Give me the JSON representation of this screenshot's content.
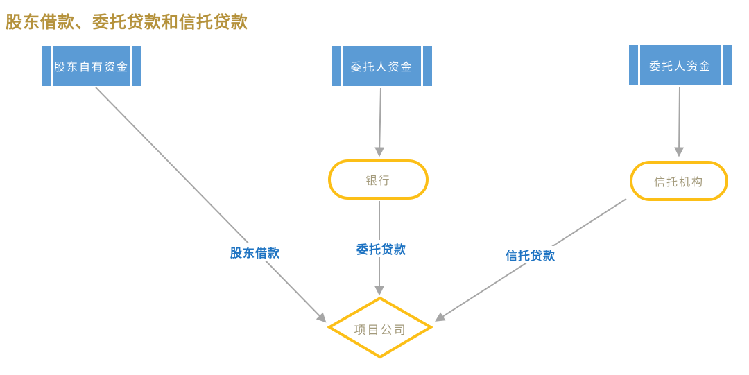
{
  "title": "股东借款、委托贷款和信托贷款",
  "nodes": {
    "shareholder_funds": {
      "label": "股东自有资金",
      "shape": "predefined-process"
    },
    "principal_funds_center": {
      "label": "委托人资金",
      "shape": "predefined-process"
    },
    "principal_funds_right": {
      "label": "委托人资金",
      "shape": "predefined-process"
    },
    "bank": {
      "label": "银行",
      "shape": "stadium"
    },
    "trust_institution": {
      "label": "信托机构",
      "shape": "stadium"
    },
    "project_company": {
      "label": "项目公司",
      "shape": "diamond"
    }
  },
  "edges": {
    "shareholder_loan": {
      "label": "股东借款",
      "from": "shareholder_funds",
      "to": "project_company"
    },
    "entrusted_loan": {
      "label": "委托贷款",
      "from": "bank",
      "to": "project_company"
    },
    "trust_loan": {
      "label": "信托贷款",
      "from": "trust_institution",
      "to": "project_company"
    },
    "center_feed": {
      "label": "",
      "from": "principal_funds_center",
      "to": "bank"
    },
    "right_feed": {
      "label": "",
      "from": "principal_funds_right",
      "to": "trust_institution"
    }
  },
  "colors": {
    "node_fill": "#5b9bd5",
    "node_text": "#ffffff",
    "accent_gold": "#fcbf17",
    "title_text": "#b5923c",
    "edge_label_text": "#1e73c2",
    "connector_gray": "#a6a6a6",
    "shape_text": "#a39a7b",
    "background": "#ffffff"
  }
}
